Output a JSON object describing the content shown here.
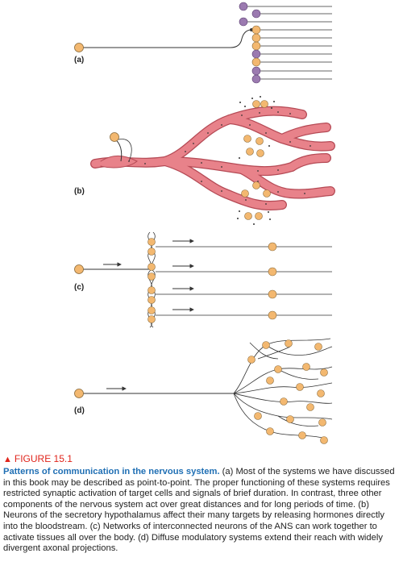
{
  "panels": {
    "a": "(a)",
    "b": "(b)",
    "c": "(c)",
    "d": "(d)"
  },
  "caption": {
    "figure_number": "FIGURE 15.1",
    "heading": "Patterns of communication in the nervous system.",
    "body": "(a) Most of the systems we have discussed in this book may be described as point-to-point. The proper functioning of these systems requires restricted synaptic activation of target cells and signals of brief duration. In contrast, three other components of the nervous system act over great distances and for long periods of time. (b) Neurons of the secretory hypothalamus affect their many targets by releasing hormones directly into the bloodstream. (c) Networks of interconnected neurons of the ANS can work together to activate tissues all over the body. (d) Diffuse modulatory systems extend their reach with widely divergent axonal projections."
  },
  "colors": {
    "neuron": "#f3b870",
    "neuron_outline": "#8a6a3a",
    "target_neuron": "#9b7ab0",
    "vessel": "#e8828a",
    "vessel_outline": "#b54a55",
    "title_red": "#e0241b",
    "heading_blue": "#1f6fb4"
  }
}
